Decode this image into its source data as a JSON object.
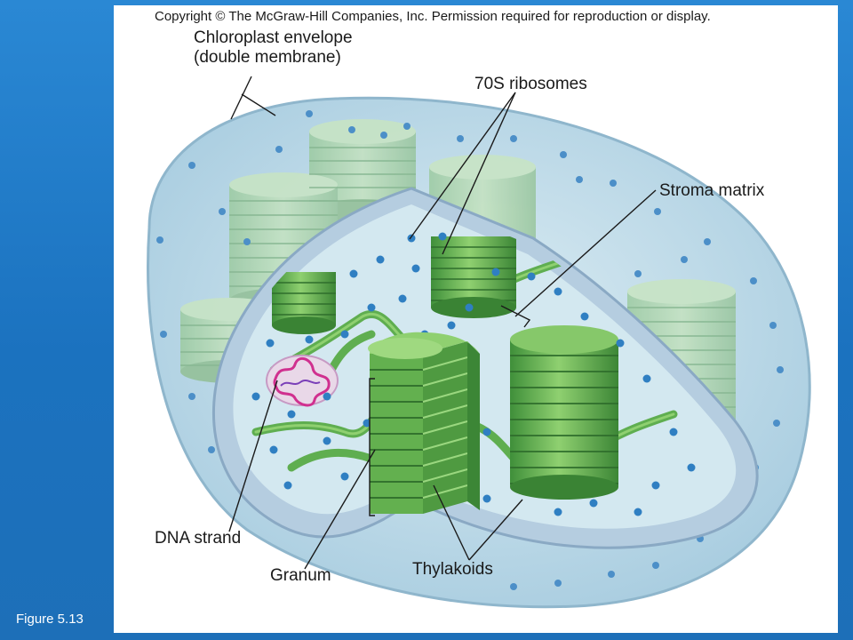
{
  "copyright": "Copyright © The McGraw-Hill Companies, Inc. Permission required for reproduction or display.",
  "labels": {
    "envelope_line1": "Chloroplast envelope",
    "envelope_line2": "(double membrane)",
    "ribosomes": "70S ribosomes",
    "stroma": "Stroma matrix",
    "dna": "DNA strand",
    "granum": "Granum",
    "thylakoids": "Thylakoids"
  },
  "figure_label": "Figure 5.13",
  "colors": {
    "slide_blue": "#1b78c4",
    "stroma_fill": "#cfe6ef",
    "granum_green": "#6fba5a",
    "granum_dark": "#3f8f3a",
    "ribosome_blue": "#2f7fc2",
    "dna_pink": "#d0308f"
  }
}
